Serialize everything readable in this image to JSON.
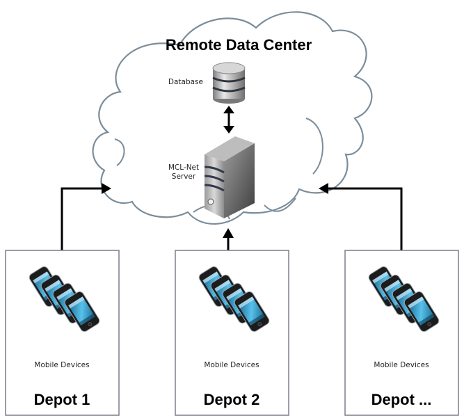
{
  "diagram": {
    "cloud": {
      "title": "Remote Data Center",
      "database_label": "Database",
      "server_label_line1": "MCL-Net",
      "server_label_line2": "Server"
    },
    "depots": [
      {
        "title": "Depot 1",
        "caption": "Mobile Devices"
      },
      {
        "title": "Depot 2",
        "caption": "Mobile Devices"
      },
      {
        "title": "Depot ...",
        "caption": "Mobile Devices"
      }
    ],
    "colors": {
      "cloud_stroke": "#7b8d9b",
      "box_stroke": "#7a7f8a",
      "arrow": "#000000",
      "phone_screen": "#3aa6d6",
      "server_body": "#8a8a8a",
      "server_stripes": "#2f3a4a"
    }
  }
}
